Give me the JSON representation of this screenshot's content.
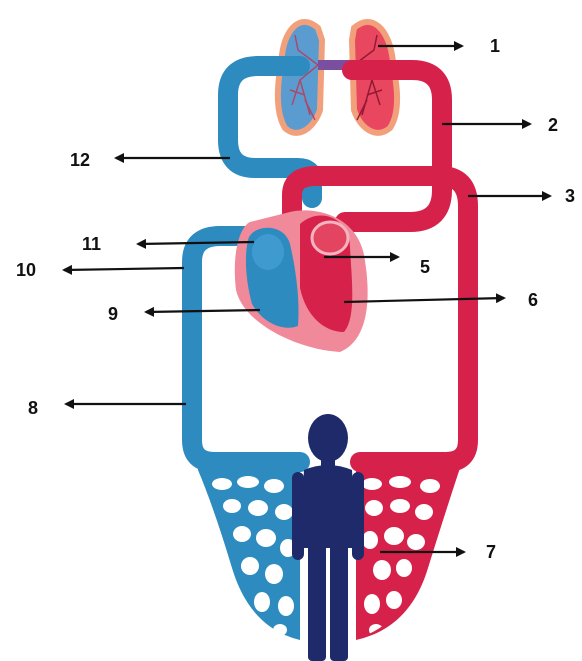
{
  "colors": {
    "oxygenated": "#D6224A",
    "deoxygenated": "#2E8BC0",
    "heart_outer": "#F08A9A",
    "lung_outline": "#F2A07B",
    "body_figure": "#1F2A6B",
    "arrow": "#111111"
  },
  "labels": [
    {
      "id": "1",
      "text": "1"
    },
    {
      "id": "2",
      "text": "2"
    },
    {
      "id": "3",
      "text": "3"
    },
    {
      "id": "5",
      "text": "5"
    },
    {
      "id": "6",
      "text": "6"
    },
    {
      "id": "7",
      "text": "7"
    },
    {
      "id": "8",
      "text": "8"
    },
    {
      "id": "9",
      "text": "9"
    },
    {
      "id": "10",
      "text": "10"
    },
    {
      "id": "11",
      "text": "11"
    },
    {
      "id": "12",
      "text": "12"
    }
  ],
  "icons": {
    "lungs": "lungs-icon",
    "heart": "heart-icon",
    "body": "human-figure-icon",
    "capillaries": "capillary-network-icon"
  }
}
